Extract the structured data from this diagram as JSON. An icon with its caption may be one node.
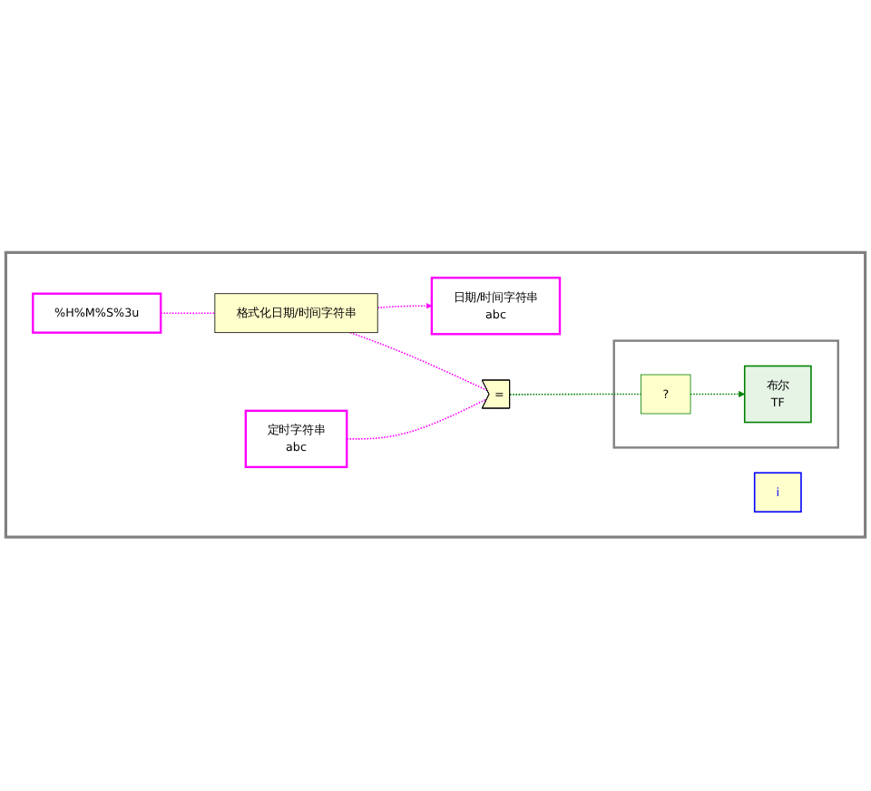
{
  "diagram": {
    "nodes": [
      {
        "text": [],
        "shape": "box"
      },
      {
        "text": [
          "%H%M%S%3u"
        ],
        "in": 0
      },
      {
        "text": [
          "格式化日期/时间字符串"
        ],
        "in": 0
      },
      {
        "text": [
          "日期/时间字符串",
          "abc"
        ],
        "in": 0
      },
      {
        "text": [
          "定时字符串",
          "abc"
        ],
        "in": 0
      },
      {
        "text": [
          "="
        ],
        "in": 0
      },
      {
        "text": [],
        "shape": "box",
        "in": 0
      },
      {
        "text": [
          "?"
        ],
        "in": 6
      },
      {
        "text": [
          "布尔",
          "TF"
        ],
        "in": 6
      },
      {
        "text": [
          "i"
        ],
        "in": 0
      }
    ],
    "edges": [
      {
        "from": 1,
        "to": 2,
        "arrow": "none",
        "style": "dashed"
      },
      {
        "from": 2,
        "to": 3,
        "arrow": "to",
        "style": "dashed"
      },
      {
        "from": 2,
        "to": 5,
        "arrow": "none",
        "style": "dashed"
      },
      {
        "from": 4,
        "to": 5,
        "arrow": "none",
        "style": "dashed"
      },
      {
        "from": 5,
        "to": 7,
        "arrow": "none",
        "style": "dashed",
        "color": "#008000"
      },
      {
        "from": 7,
        "to": 8,
        "arrow": "to",
        "style": "dashed",
        "color": "#008000"
      }
    ]
  }
}
